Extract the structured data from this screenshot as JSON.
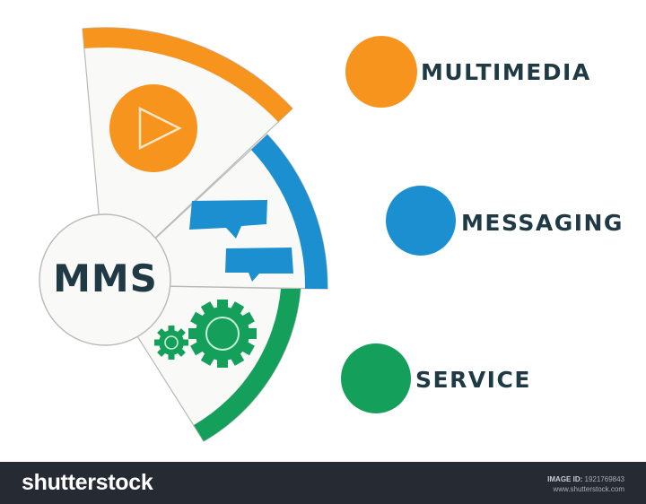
{
  "diagram": {
    "center_label": "MMS",
    "items": [
      {
        "label": "MULTIMEDIA",
        "color": "#f7941d",
        "icon": "play-icon"
      },
      {
        "label": "MESSAGING",
        "color": "#1b8fcf",
        "icon": "chat-bubbles-icon"
      },
      {
        "label": "SERVICE",
        "color": "#14a05b",
        "icon": "gears-icon"
      }
    ],
    "text_color": "#1f3a44"
  },
  "footer": {
    "brand": "shutterstock",
    "image_id_label": "IMAGE ID:",
    "image_id": "1921769843",
    "site": "www.shutterstock.com",
    "background": "#262a33"
  }
}
